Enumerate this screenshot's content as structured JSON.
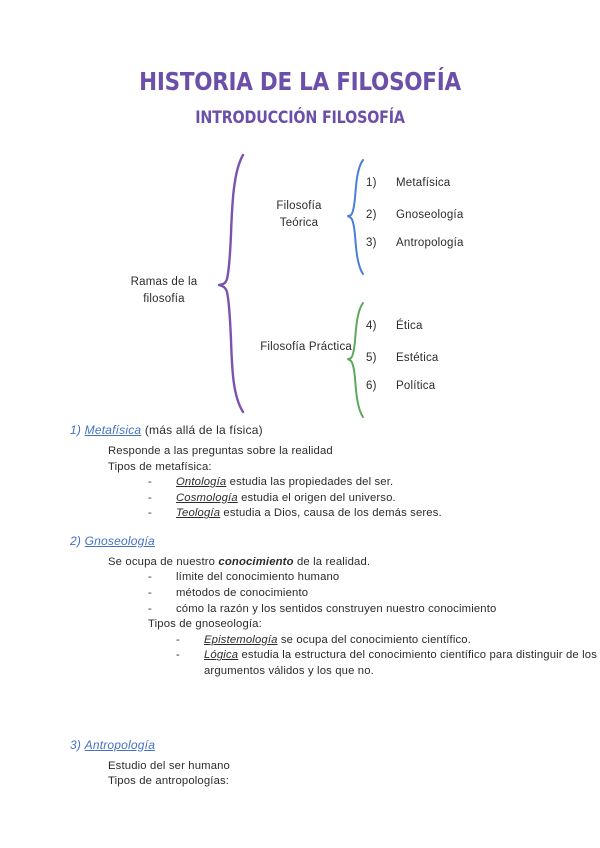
{
  "document": {
    "title": "HISTORIA DE LA FILOSOFÍA",
    "subtitle": "INTRODUCCIÓN FILOSOFÍA"
  },
  "colors": {
    "title_purple": "#6B4FA8",
    "brace_purple": "#7B52AE",
    "brace_blue": "#4A7FD4",
    "brace_green": "#5FA85F",
    "heading_blue": "#4472C4",
    "body_black": "#2b2b2b"
  },
  "diagram": {
    "root_label": "Ramas de la\nfilosofía",
    "branches": [
      {
        "label": "Filosofía\nTeórica",
        "brace_color": "#4A7FD4",
        "items": [
          {
            "num": "1)",
            "text": "Metafísica"
          },
          {
            "num": "2)",
            "text": "Gnoseología"
          },
          {
            "num": "3)",
            "text": "Antropología"
          }
        ]
      },
      {
        "label": "Filosofía Práctica",
        "brace_color": "#5FA85F",
        "items": [
          {
            "num": "4)",
            "text": "Ética"
          },
          {
            "num": "5)",
            "text": "Estética"
          },
          {
            "num": "6)",
            "text": "Política"
          }
        ]
      }
    ]
  },
  "sections": [
    {
      "num": "1)",
      "term": "Metafísica",
      "suffix": " (más allá de la física)",
      "intro": "Responde a las preguntas sobre la realidad",
      "types_label": "Tipos de metafísica:",
      "items": [
        {
          "term": "Ontología",
          "text": " estudia las propiedades del ser."
        },
        {
          "term": "Cosmología",
          "text": " estudia el origen del universo."
        },
        {
          "term": "Teología",
          "text": " estudia a Dios, causa de los demás seres."
        }
      ]
    },
    {
      "num": "2)",
      "term": "Gnoseología",
      "suffix": "",
      "intro_pre": "Se ocupa de nuestro ",
      "intro_strong": "conocimiento",
      "intro_post": " de la realidad.",
      "items": [
        {
          "text": "límite del conocimiento humano"
        },
        {
          "text": "métodos de conocimiento"
        },
        {
          "text": "cómo la razón y los sentidos construyen nuestro conocimiento"
        }
      ],
      "types_label": "Tipos de gnoseología:",
      "subitems": [
        {
          "term": "Epistemología",
          "text": " se ocupa del conocimiento científico."
        },
        {
          "term": "Lógica",
          "text": " estudia la estructura del conocimiento científico para distinguir de los argumentos válidos y los que no."
        }
      ]
    },
    {
      "num": "3)",
      "term": "Antropología",
      "suffix": "",
      "intro": "Estudio del ser humano",
      "types_label": "Tipos de antropologías:"
    }
  ]
}
